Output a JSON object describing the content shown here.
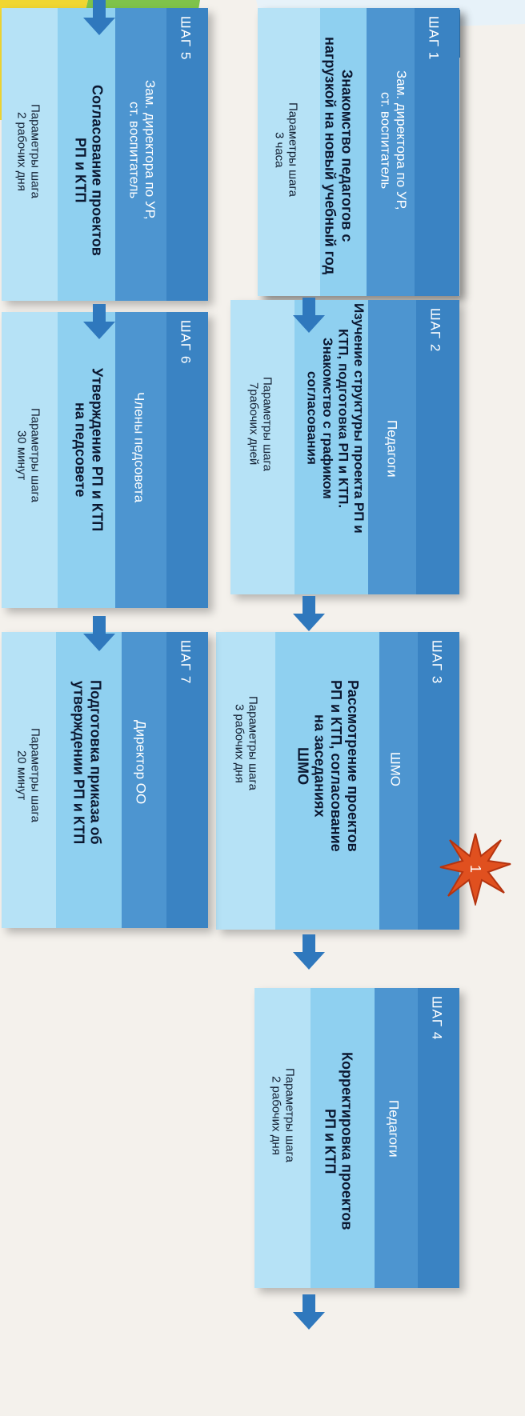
{
  "steps": [
    {
      "step": "ШАГ 1",
      "role": "Зам. директора по УР,\nст. воспитатель",
      "title": "Знакомство педагогов с\nнагрузкой на новый учебный год",
      "params_label": "Параметры шага",
      "params_value": "3 часа"
    },
    {
      "step": "ШАГ 2",
      "role": "Педагоги",
      "title": "Изучение структуры проекта РП и\nКТП, подготовка РП и КТП.\nЗнакомство с графиком\nсогласования",
      "params_label": "Параметры шага",
      "params_value": "7рабочих дней"
    },
    {
      "step": "ШАГ 3",
      "role": "ШМО",
      "title": "Рассмотрение проектов\nРП и КТП, согласование\nна заседаниях\nШМО",
      "params_label": "Параметры шага",
      "params_value": "3 рабочих дня"
    },
    {
      "step": "ШАГ 4",
      "role": "Педагоги",
      "title": "Корректировка проектов\nРП и КТП",
      "params_label": "Параметры шага",
      "params_value": "2 рабочих дня"
    },
    {
      "step": "ШАГ 5",
      "role": "Зам. директора по УР,\nст. воспитатель",
      "title": "Согласование проектов\nРП и КТП",
      "params_label": "Параметры шага",
      "params_value": "2 рабочих дня"
    },
    {
      "step": "ШАГ 6",
      "role": "Члены педсовета",
      "title": "Утверждение РП и КТП\nна педсовете",
      "params_label": "Параметры шага",
      "params_value": "30 минут"
    },
    {
      "step": "ШАГ 7",
      "role": "Директор ОО",
      "title": "Подготовка приказа об\nутверждении РП и КТП",
      "params_label": "Параметры шага",
      "params_value": "20 минут"
    }
  ],
  "marker": {
    "label": "1",
    "color": "#e0501f"
  },
  "colors": {
    "bar": "#3a83c3",
    "header": "#4d95d0",
    "title_panel": "#8fd0f0",
    "params_panel": "#b6e2f6",
    "arrow": "#2f78bd"
  }
}
